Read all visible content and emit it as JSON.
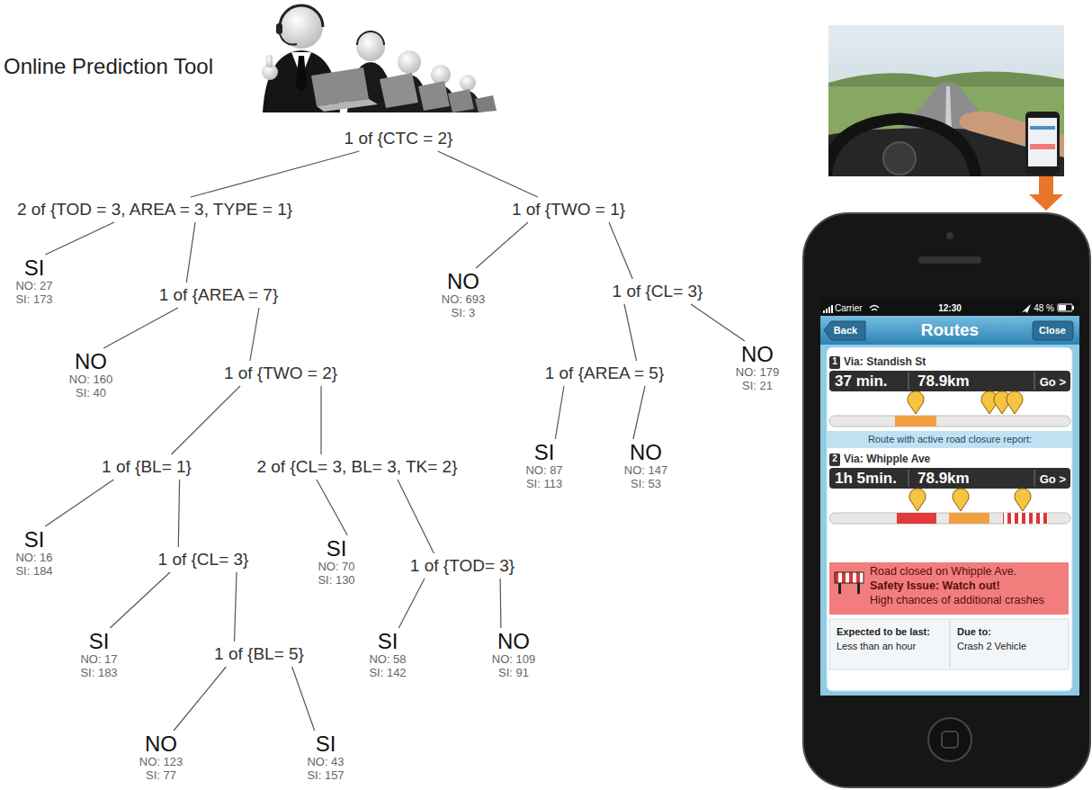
{
  "diagram": {
    "title": "Online Prediction Tool",
    "nodes": [
      {
        "text": [
          "1 of {CTC = 2}"
        ]
      },
      {
        "text": [
          "2 of {TOD = 3, AREA = 3, TYPE = 1}"
        ]
      },
      {
        "text": [
          "1 of {TWO = 1}"
        ]
      },
      {
        "text": [
          "SI",
          "NO: 27",
          "SI: 173"
        ]
      },
      {
        "text": [
          "1 of {AREA = 7}"
        ]
      },
      {
        "text": [
          "NO",
          "NO: 693",
          "SI: 3"
        ]
      },
      {
        "text": [
          "1 of {CL= 3}"
        ]
      },
      {
        "text": [
          "NO",
          "NO: 160",
          "SI: 40"
        ]
      },
      {
        "text": [
          "1 of {TWO = 2}"
        ]
      },
      {
        "text": [
          "1 of {AREA = 5}"
        ]
      },
      {
        "text": [
          "NO",
          "NO: 179",
          "SI: 21"
        ]
      },
      {
        "text": [
          "1 of {BL= 1}"
        ]
      },
      {
        "text": [
          "2 of {CL= 3, BL= 3, TK= 2}"
        ]
      },
      {
        "text": [
          "SI",
          "NO: 87",
          "SI: 113"
        ]
      },
      {
        "text": [
          "NO",
          "NO: 147",
          "SI: 53"
        ]
      },
      {
        "text": [
          "SI",
          "NO: 16",
          "SI: 184"
        ]
      },
      {
        "text": [
          "1 of {CL= 3}"
        ]
      },
      {
        "text": [
          "SI",
          "NO: 70",
          "SI: 130"
        ]
      },
      {
        "text": [
          "1 of {TOD= 3}"
        ]
      },
      {
        "text": [
          "SI",
          "NO: 17",
          "SI: 183"
        ]
      },
      {
        "text": [
          "1 of {BL= 5}"
        ]
      },
      {
        "text": [
          "SI",
          "NO: 58",
          "SI: 142"
        ]
      },
      {
        "text": [
          "NO",
          "NO: 109",
          "SI: 91"
        ]
      },
      {
        "text": [
          "NO",
          "NO: 123",
          "SI: 77"
        ]
      },
      {
        "text": [
          "SI",
          "NO: 43",
          "SI: 157"
        ]
      }
    ],
    "edges": [
      {
        "from": 0,
        "to": 1,
        "arrow": "none"
      },
      {
        "from": 0,
        "to": 2,
        "arrow": "none"
      },
      {
        "from": 1,
        "to": 3,
        "arrow": "none"
      },
      {
        "from": 1,
        "to": 4,
        "arrow": "none"
      },
      {
        "from": 2,
        "to": 5,
        "arrow": "none"
      },
      {
        "from": 2,
        "to": 6,
        "arrow": "none"
      },
      {
        "from": 4,
        "to": 7,
        "arrow": "none"
      },
      {
        "from": 4,
        "to": 8,
        "arrow": "none"
      },
      {
        "from": 6,
        "to": 9,
        "arrow": "none"
      },
      {
        "from": 6,
        "to": 10,
        "arrow": "none"
      },
      {
        "from": 8,
        "to": 11,
        "arrow": "none"
      },
      {
        "from": 8,
        "to": 12,
        "arrow": "none"
      },
      {
        "from": 9,
        "to": 13,
        "arrow": "none"
      },
      {
        "from": 9,
        "to": 14,
        "arrow": "none"
      },
      {
        "from": 11,
        "to": 15,
        "arrow": "none"
      },
      {
        "from": 11,
        "to": 16,
        "arrow": "none"
      },
      {
        "from": 12,
        "to": 17,
        "arrow": "none"
      },
      {
        "from": 12,
        "to": 18,
        "arrow": "none"
      },
      {
        "from": 16,
        "to": 19,
        "arrow": "none"
      },
      {
        "from": 16,
        "to": 20,
        "arrow": "none"
      },
      {
        "from": 18,
        "to": 21,
        "arrow": "none"
      },
      {
        "from": 18,
        "to": 22,
        "arrow": "none"
      },
      {
        "from": 20,
        "to": 23,
        "arrow": "none"
      },
      {
        "from": 20,
        "to": 24,
        "arrow": "none"
      }
    ],
    "labels": [
      "Carrier",
      "12:30",
      "48 %",
      "Back",
      "Routes",
      "Close",
      "1",
      "Via: Standish St",
      "37 min.",
      "78.9km",
      "Go >",
      "Route with active road closure report:",
      "2",
      "Via: Whipple Ave",
      "1h 5min.",
      "78.9km",
      "Go >",
      "Road closed on Whipple Ave.",
      "Safety Issue: Watch out!",
      "High chances of additional crashes",
      "Expected to be last:",
      "Less than an hour",
      "Due to:",
      "Crash 2 Vehicle"
    ]
  }
}
